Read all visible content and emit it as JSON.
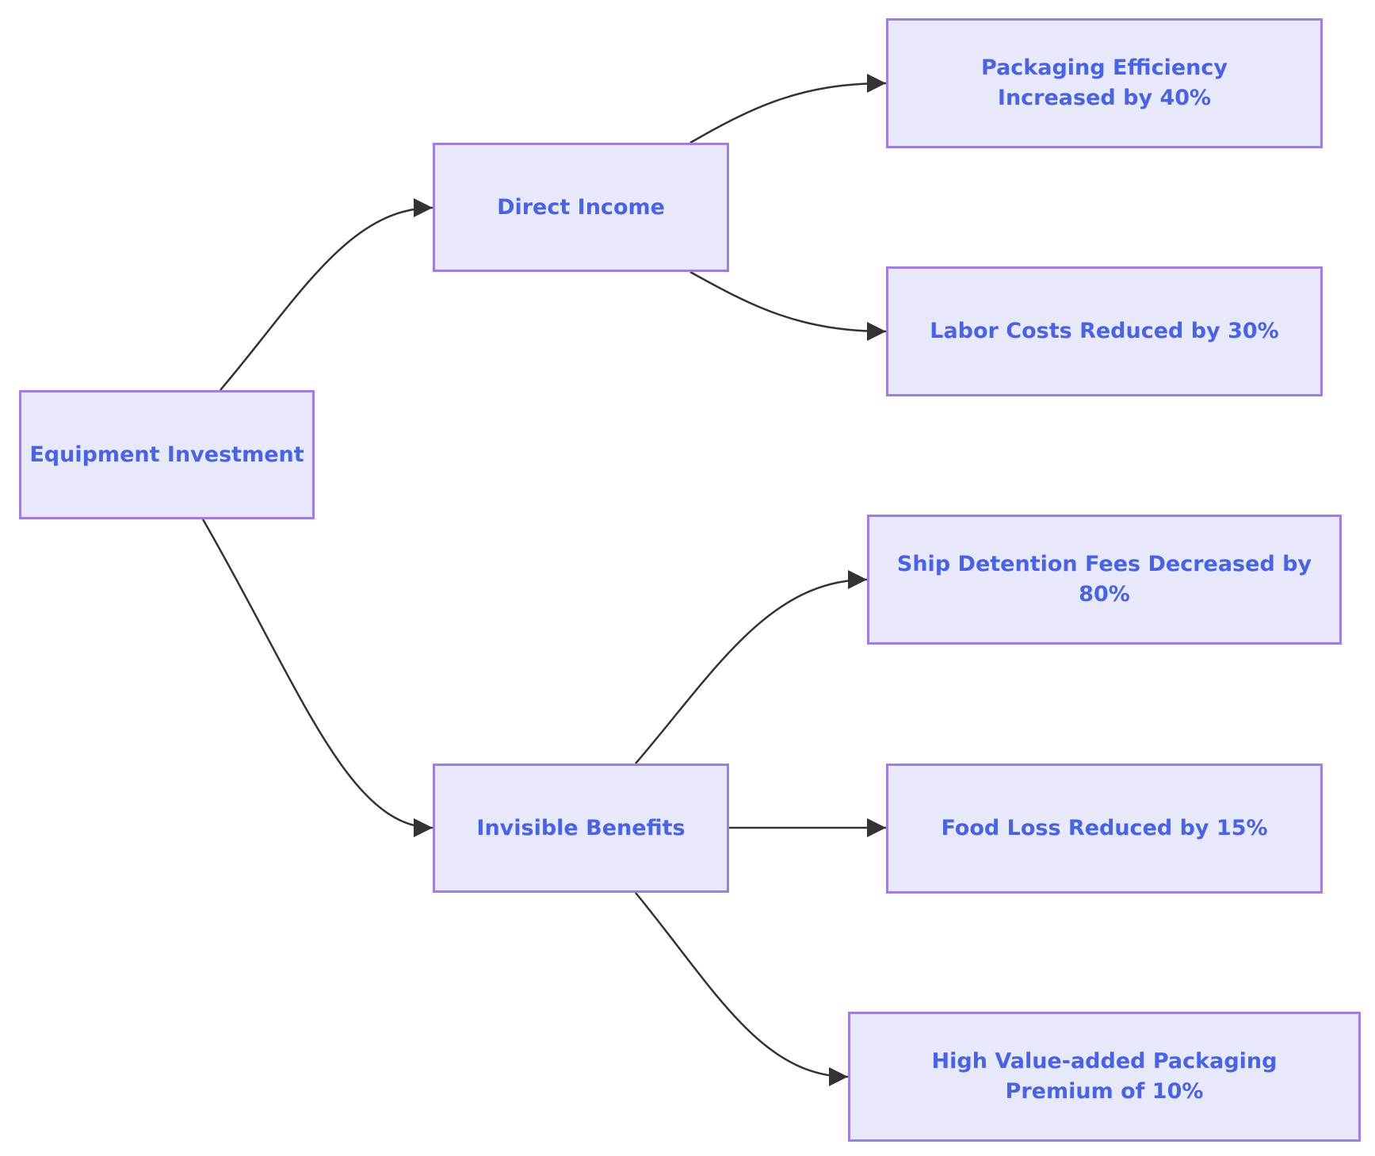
{
  "diagram": {
    "type": "flowchart",
    "direction": "left-to-right",
    "colors": {
      "node_fill": "#e8e8fb",
      "node_border": "#9f7ee0",
      "node_text": "#4a63e0",
      "edge": "#333333"
    },
    "nodes": {
      "equipment": {
        "label": "Equipment Investment"
      },
      "direct": {
        "label": "Direct Income"
      },
      "invisible": {
        "label": "Invisible Benefits"
      },
      "pack": {
        "label": "Packaging Efficiency Increased by 40%"
      },
      "labor": {
        "label": "Labor Costs Reduced by 30%"
      },
      "ship": {
        "label": "Ship Detention Fees Decreased by 80%"
      },
      "food": {
        "label": "Food Loss Reduced by 15%"
      },
      "premium": {
        "label": "High Value-added Packaging Premium of 10%"
      }
    },
    "edges": [
      {
        "from": "equipment",
        "to": "direct"
      },
      {
        "from": "equipment",
        "to": "invisible"
      },
      {
        "from": "direct",
        "to": "pack"
      },
      {
        "from": "direct",
        "to": "labor"
      },
      {
        "from": "invisible",
        "to": "ship"
      },
      {
        "from": "invisible",
        "to": "food"
      },
      {
        "from": "invisible",
        "to": "premium"
      }
    ]
  }
}
